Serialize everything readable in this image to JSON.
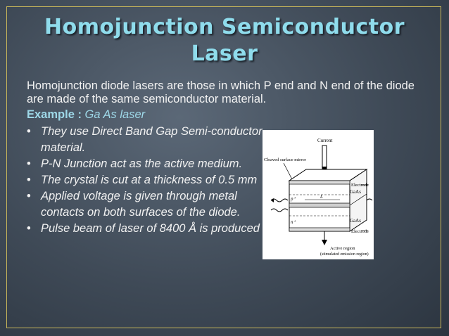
{
  "slide": {
    "title_line1": "Homojunction Semiconductor",
    "title_line2": "Laser",
    "intro": "Homojunction diode lasers are those in which P end and N end of the diode are made of the same semiconductor material.",
    "example_label": "Example :",
    "example_value": "Ga As laser",
    "bullets": [
      "They use Direct Band Gap Semi-conductor material.",
      "P-N Junction act as the active medium.",
      "The crystal is cut at a thickness of 0.5 mm",
      "Applied voltage is given through metal contacts on both surfaces  of the diode.",
      "Pulse beam of laser of 8400 Å is produced"
    ],
    "bullet_symbol": "•"
  },
  "diagram": {
    "current": "Current",
    "cleaved_mirror": "Cleaved surface mirror",
    "electrode_top": "Electrode",
    "gaas_top": "GaAs",
    "p_label": "p⁺",
    "l_label": "L",
    "n_label": "n⁺",
    "gaas_bottom": "GaAs",
    "electrode_bottom": "Electrode",
    "active_region": "Active region",
    "stimulated": "(stimulated emission region)"
  },
  "colors": {
    "title": "#8fdcec",
    "accent": "#9ed8e8",
    "border": "#c8b65a"
  }
}
